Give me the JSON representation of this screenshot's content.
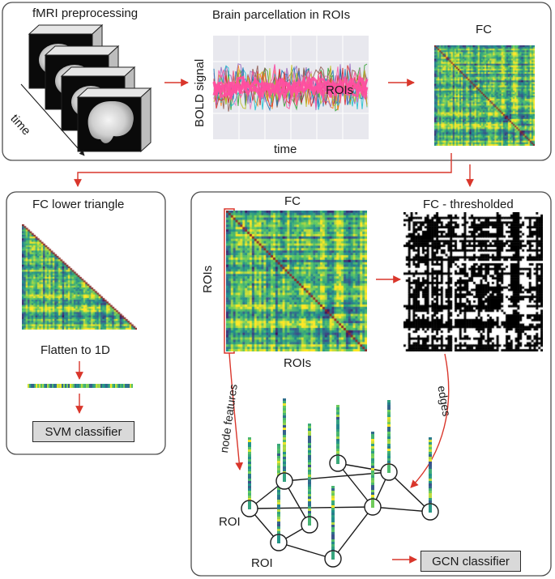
{
  "top_panel": {
    "preprocessing_label": "fMRI preprocessing",
    "time_label": "time",
    "parcellation_label": "Brain parcellation in ROIs",
    "bold_label": "BOLD signal",
    "rois_label": "ROIs",
    "signal_time_label": "time",
    "fc_label": "FC"
  },
  "left_panel": {
    "title": "FC lower triangle",
    "flatten_label": "Flatten to 1D",
    "svm_button": "SVM classifier"
  },
  "right_panel": {
    "fc_label": "FC",
    "rois_vertical": "ROIs",
    "rois_bottom": "ROIs",
    "thresholded_label": "FC - thresholded",
    "node_features_label": "node features",
    "edges_label": "edges",
    "roi_label_1": "ROI",
    "roi_label_2": "ROI",
    "gcn_button": "GCN classifier"
  },
  "colors": {
    "arrow": "#d9362b",
    "panel_border": "#4d4d4d",
    "viridis_dark": "#3b528b",
    "viridis_mid": "#21918c",
    "viridis_light": "#5ec962",
    "viridis_yellow": "#fde725"
  }
}
